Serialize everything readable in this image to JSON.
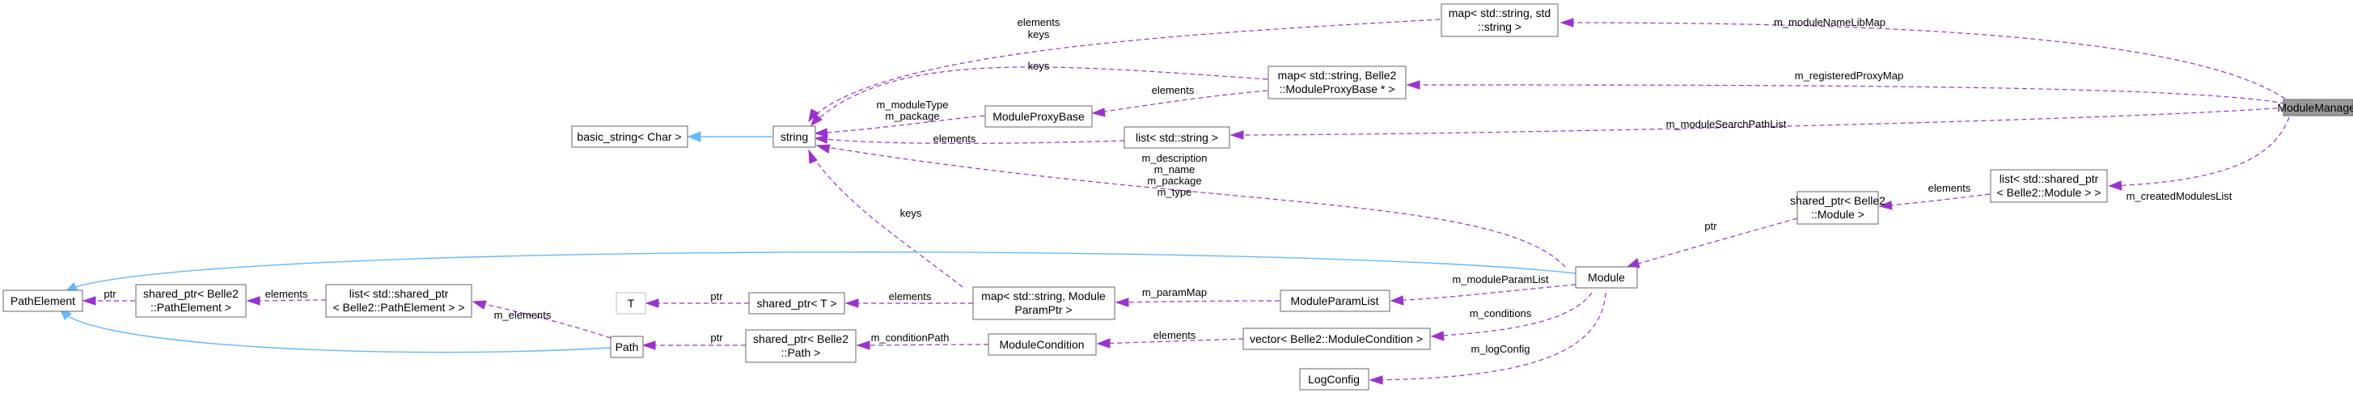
{
  "nodes": {
    "module_manager": "ModuleManager",
    "map_string_string": [
      "map< std::string, std",
      "::string >"
    ],
    "map_proxy": [
      "map< std::string, Belle2",
      "::ModuleProxyBase * >"
    ],
    "module_proxy_base": "ModuleProxyBase",
    "list_string": "list< std::string >",
    "list_shared_module": [
      "list< std::shared_ptr",
      "< Belle2::Module > >"
    ],
    "shared_ptr_module": [
      "shared_ptr< Belle2",
      "::Module >"
    ],
    "module": "Module",
    "string": "string",
    "basic_string": "basic_string< Char >",
    "path_element": "PathElement",
    "shared_ptr_path_element": [
      "shared_ptr< Belle2",
      "::PathElement >"
    ],
    "list_shared_path_element": [
      "list< std::shared_ptr",
      "< Belle2::PathElement > >"
    ],
    "path": "Path",
    "shared_ptr_path": [
      "shared_ptr< Belle2",
      "::Path >"
    ],
    "t": "T",
    "shared_ptr_t": "shared_ptr< T >",
    "map_param": [
      "map< std::string, Module",
      "ParamPtr >"
    ],
    "module_param_list": "ModuleParamList",
    "module_condition": "ModuleCondition",
    "vector_condition": "vector< Belle2::ModuleCondition >",
    "log_config": "LogConfig"
  },
  "edge_labels": {
    "module_name_lib_map": "m_moduleNameLibMap",
    "registered_proxy_map": "m_registeredProxyMap",
    "module_search_path_list": "m_moduleSearchPathList",
    "created_modules_list": "m_createdModulesList",
    "elements": "elements",
    "keys": "keys",
    "elements_keys": [
      "elements",
      "keys"
    ],
    "module_type_package": [
      "m_moduleType",
      "m_package"
    ],
    "module_strings": [
      "m_description",
      "m_name",
      "m_package",
      "m_type"
    ],
    "ptr": "ptr",
    "param_map": "m_paramMap",
    "module_param_list": "m_moduleParamList",
    "conditions": "m_conditions",
    "log_config": "m_logConfig",
    "condition_path": "m_conditionPath",
    "m_elements": "m_elements"
  },
  "colors": {
    "usage_edge": "#9a32cd",
    "inheritance_edge": "#63b8ff",
    "selected_node_fill": "#999999",
    "node_border": "#666666"
  }
}
